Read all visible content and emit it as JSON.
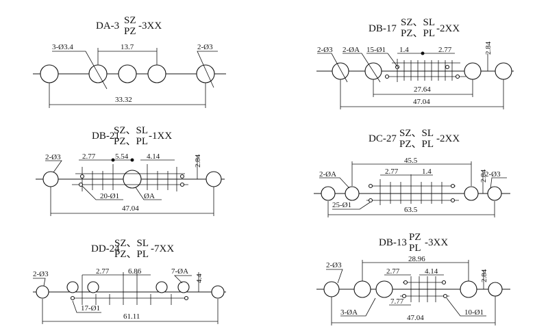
{
  "diagrams": [
    {
      "id": "da3",
      "title": {
        "prefix": "DA-3",
        "top": "SZ",
        "bottom": "PZ",
        "suffix": "-3XX"
      },
      "dims": {
        "d1": "3-Ø3.4",
        "d2": "13.7",
        "d3": "2-Ø3",
        "d4": "33.32"
      }
    },
    {
      "id": "db17",
      "title": {
        "prefix": "DB-17",
        "top": "SZ、SL",
        "bottom": "PZ、PL",
        "suffix": "-2XX"
      },
      "dims": {
        "d1": "2-Ø3",
        "d2": "2-ØA",
        "d3": "15-Ø1",
        "d4": "1.4",
        "d5": "2.77",
        "d6": "2.84",
        "d7": "27.64",
        "d8": "47.04"
      }
    },
    {
      "id": "db21",
      "title": {
        "prefix": "DB-21",
        "top": "SZ、SL",
        "bottom": "PZ、PL",
        "suffix": "-1XX"
      },
      "dims": {
        "d1": "2-Ø3",
        "d2": "2.77",
        "d3": "5.54",
        "d4": "4.14",
        "d5": "2.84",
        "d6": "20-Ø1",
        "d7": "ØA",
        "d8": "47.04"
      }
    },
    {
      "id": "dc27",
      "title": {
        "prefix": "DC-27",
        "top": "SZ、SL",
        "bottom": "PZ、PL",
        "suffix": "-2XX"
      },
      "dims": {
        "d1": "45.5",
        "d2": "2.77",
        "d3": "1.4",
        "d4": "2-ØA",
        "d5": "2.84",
        "d6": "2-Ø3",
        "d7": "25-Ø1",
        "d8": "63.5"
      }
    },
    {
      "id": "dd24",
      "title": {
        "prefix": "DD-24",
        "top": "SZ、SL",
        "bottom": "PZ、PL",
        "suffix": "-7XX"
      },
      "dims": {
        "d1": "2-Ø3",
        "d2": "2.77",
        "d3": "6.86",
        "d4": "7-ØA",
        "d5": "4.4",
        "d6": "17-Ø1",
        "d7": "61.11"
      }
    },
    {
      "id": "db13",
      "title": {
        "prefix": "DB-13",
        "top": "PZ",
        "bottom": "PL",
        "suffix": "-3XX"
      },
      "dims": {
        "d1": "28.96",
        "d2": "2-Ø3",
        "d3": "2.77",
        "d4": "4.14",
        "d5": "2.84",
        "d6": "7.77",
        "d7": "3-ØA",
        "d8": "10-Ø1",
        "d9": "47.04"
      }
    }
  ]
}
